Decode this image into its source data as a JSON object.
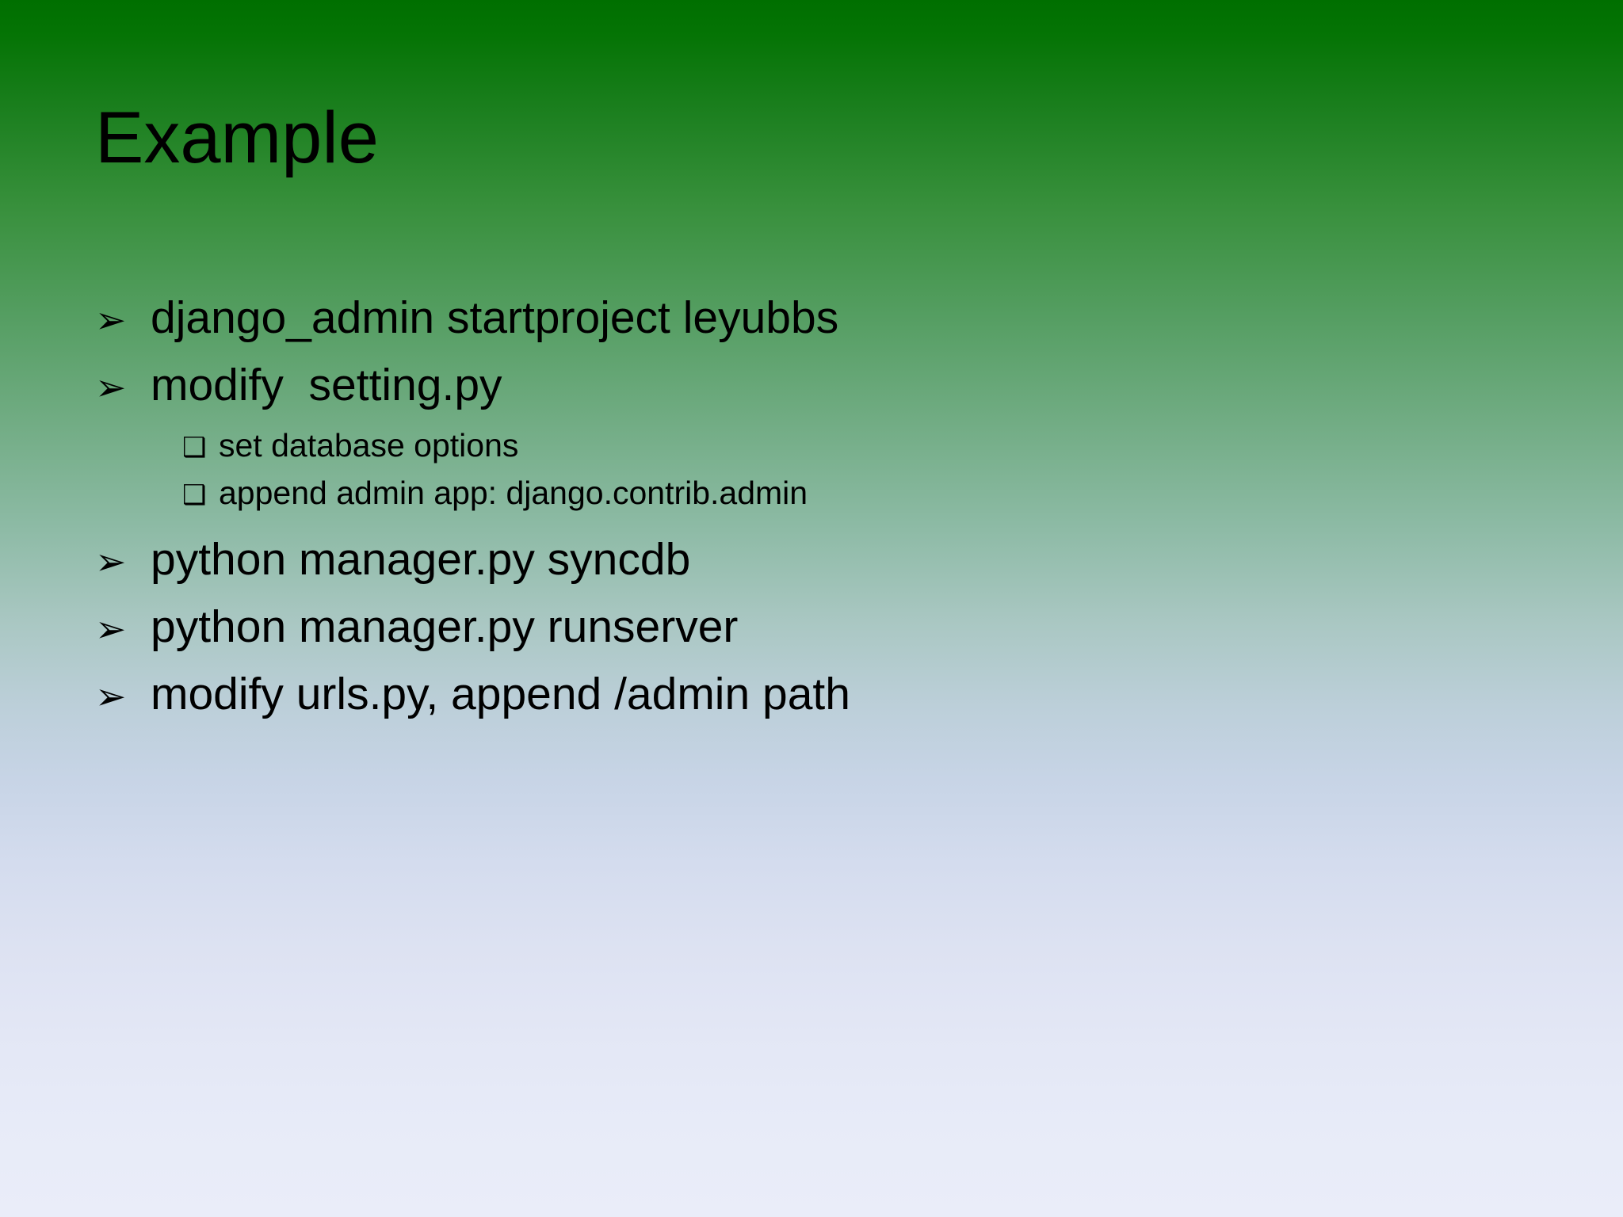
{
  "slide": {
    "title": "Example",
    "background": {
      "top_color": "#006f00",
      "bottom_color": "#eaedf9",
      "direction": "vertical-gradient"
    },
    "text_color": "#000000",
    "markers": {
      "level1_glyph": "➢",
      "level1_name": "arrow-bullet-icon",
      "level2_glyph": "❑",
      "level2_name": "square-bullet-icon"
    },
    "bullets": [
      {
        "level": 1,
        "marker": "➢",
        "text": "django_admin startproject leyubbs"
      },
      {
        "level": 1,
        "marker": "➢",
        "text": "modify  setting.py"
      },
      {
        "level": 2,
        "marker": "❑",
        "text": "set database options"
      },
      {
        "level": 2,
        "marker": "❑",
        "text": "append admin app: django.contrib.admin"
      },
      {
        "level": 1,
        "marker": "➢",
        "text": "python manager.py syncdb"
      },
      {
        "level": 1,
        "marker": "➢",
        "text": "python manager.py runserver"
      },
      {
        "level": 1,
        "marker": "➢",
        "text": "modify urls.py, append /admin path"
      }
    ]
  }
}
